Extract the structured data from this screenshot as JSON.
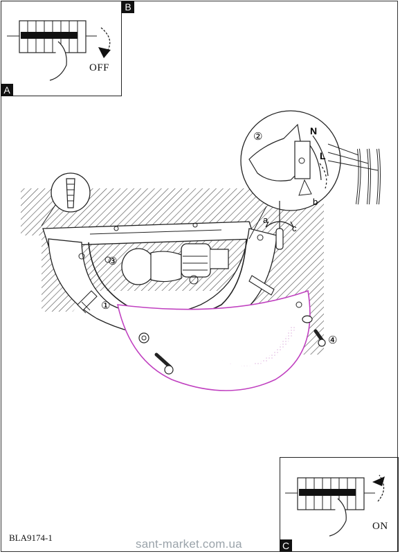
{
  "insets": {
    "a_tag": "A",
    "b_tag": "B",
    "c_tag": "C",
    "off_label": "OFF",
    "on_label": "ON"
  },
  "callouts": {
    "step1": "①",
    "step2": "②",
    "step3": "③",
    "step4": "④",
    "wire_n": "N",
    "wire_l": "L",
    "arrow_a": "a",
    "arrow_b": "b",
    "arrow_c": "c"
  },
  "footer": {
    "model_code": "BLA9174-1",
    "website": "sant-market.com.ua"
  },
  "colors": {
    "glass_shade_outline": "#c040c0",
    "hatch": "#555555",
    "line": "#222222",
    "tag_bg": "#111111",
    "watermark": "#9aa3aa"
  }
}
